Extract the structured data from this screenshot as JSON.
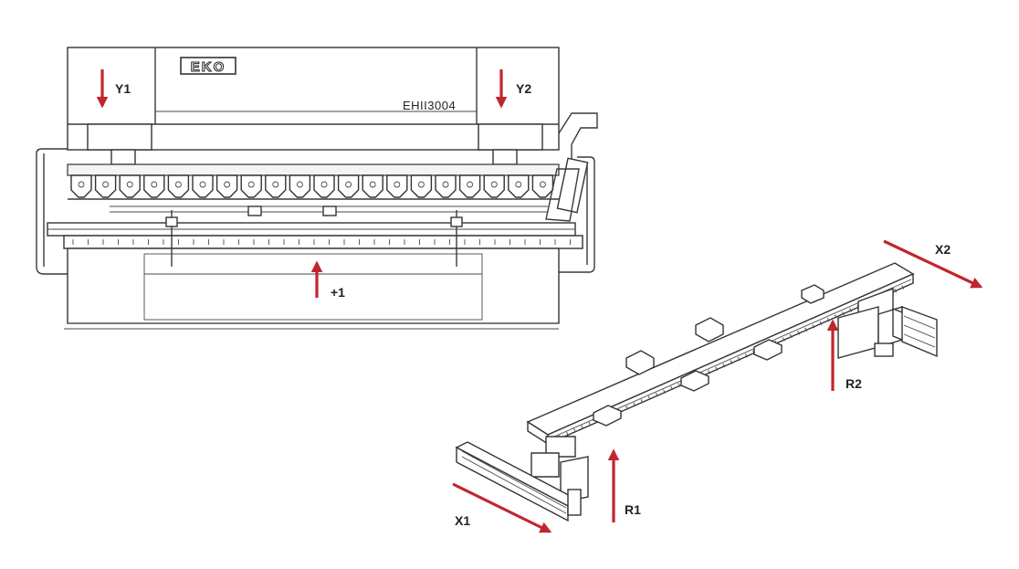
{
  "colors": {
    "arrow": "#c0272d",
    "line": "#3a3a3a",
    "text": "#222222"
  },
  "machine": {
    "brand": "EKO",
    "model": "EHII3004"
  },
  "axes": {
    "y1": "Y1",
    "y2": "Y2",
    "v1": "+1",
    "x1": "X1",
    "x2": "X2",
    "r1": "R1",
    "r2": "R2"
  }
}
